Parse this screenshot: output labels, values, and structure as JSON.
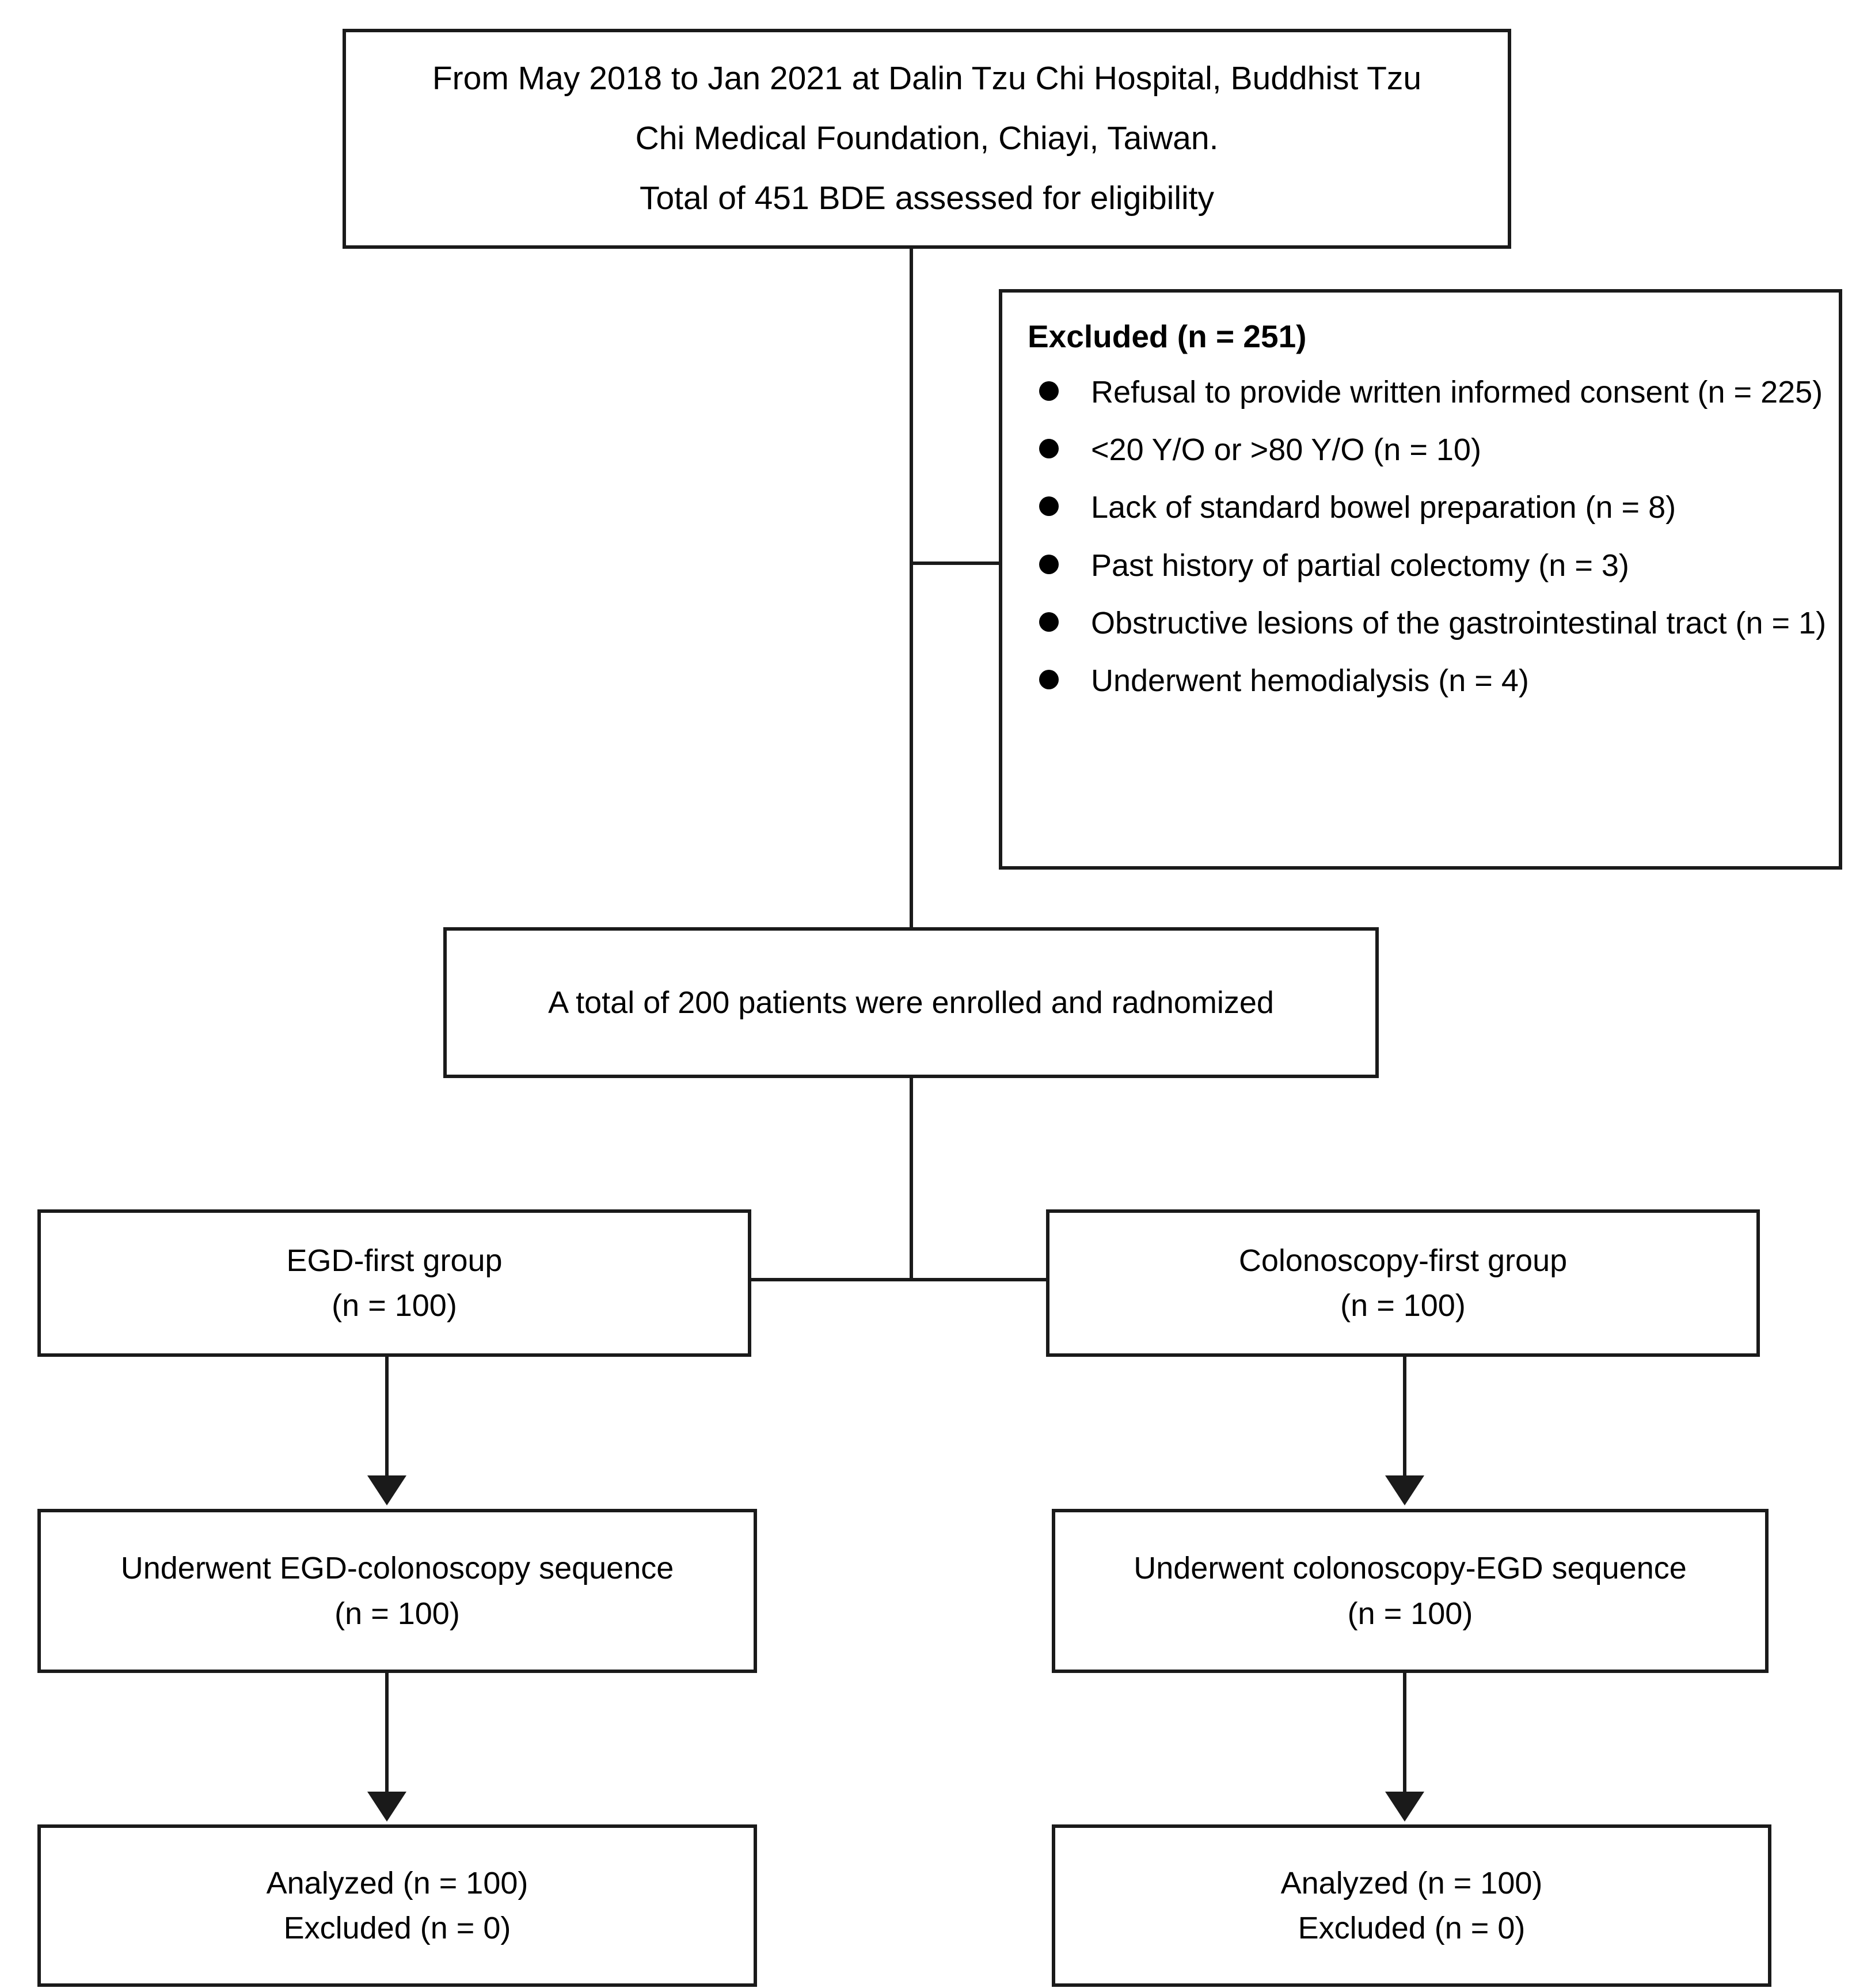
{
  "diagram": {
    "type": "consort-flow-diagram",
    "title_box": {
      "lines": [
        "From May 2018 to Jan 2021 at Dalin Tzu Chi Hospital, Buddhist Tzu",
        "Chi Medical Foundation, Chiayi, Taiwan.",
        "Total of 451 BDE assessed for eligibility"
      ]
    },
    "excluded_box": {
      "heading": "Excluded (n = 251)",
      "items": [
        "Refusal to provide written informed consent (n = 225)",
        "<20 Y/O or >80 Y/O (n = 10)",
        "Lack of standard bowel preparation  (n = 8)",
        "Past history of partial colectomy (n = 3)",
        "Obstructive lesions of the gastrointestinal tract (n = 1)",
        "Underwent hemodialysis (n = 4)"
      ]
    },
    "enrolled_box": {
      "lines": [
        "A total of 200 patients were enrolled and radnomized"
      ]
    },
    "left_arm": {
      "group_box": {
        "lines": [
          "EGD-first group",
          "(n = 100)"
        ]
      },
      "sequence_box": {
        "lines": [
          "Underwent EGD-colonoscopy sequence",
          "(n = 100)"
        ]
      },
      "analysis_box": {
        "lines": [
          "Analyzed (n = 100)",
          "Excluded (n = 0)"
        ]
      }
    },
    "right_arm": {
      "group_box": {
        "lines": [
          "Colonoscopy-first group",
          "(n = 100)"
        ]
      },
      "sequence_box": {
        "lines": [
          "Underwent colonoscopy-EGD sequence",
          "(n = 100)"
        ]
      },
      "analysis_box": {
        "lines": [
          "Analyzed (n = 100)",
          "Excluded (n = 0)"
        ]
      }
    },
    "colors": {
      "stroke": "#1a1a1a",
      "text": "#000000",
      "background": "#ffffff"
    }
  }
}
